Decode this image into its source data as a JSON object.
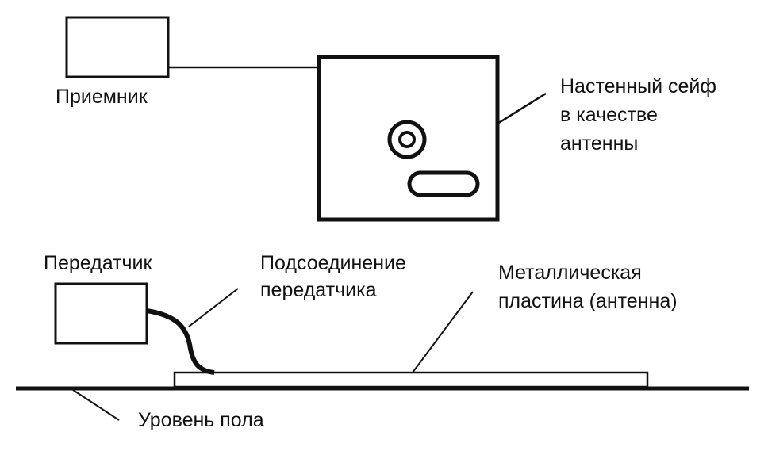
{
  "labels": {
    "receiver": "Приемник",
    "safe": [
      "Настенный сейф",
      "в качестве",
      "антенны"
    ],
    "transmitter": "Передатчик",
    "connection": [
      "Подсоединение",
      "передатчика"
    ],
    "plate": [
      "Металлическая",
      "пластина (антенна)"
    ],
    "floor": "Уровень пола"
  },
  "colors": {
    "ink": "#111111",
    "background": "#ffffff"
  }
}
